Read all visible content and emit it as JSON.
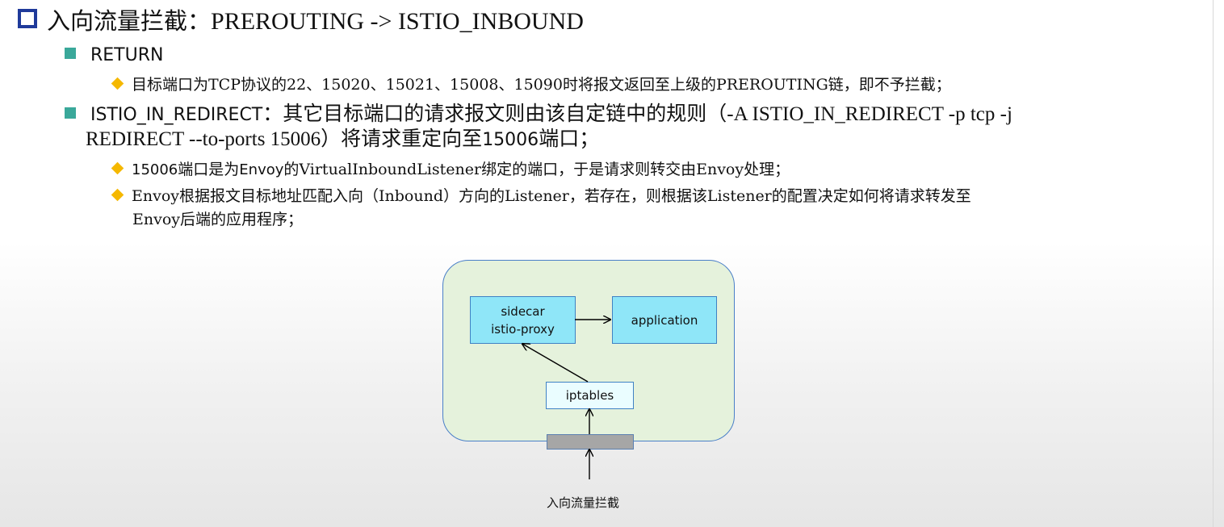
{
  "title": {
    "cjk": "入向流量拦截",
    "colon": "：",
    "latin": "PREROUTING -> ISTIO_INBOUND"
  },
  "bullets": {
    "return": {
      "label": "RETURN",
      "sub": "目标端口为TCP协议的22、15020、15021、15008、15090时将报文返回至上级的PREROUTING链，即不予拦截；"
    },
    "redirect": {
      "label": "ISTIO_IN_REDIRECT",
      "line1_rest": "：其它目标端口的请求报文则由该自定链中的规则（-A ISTIO_IN_REDIRECT -p tcp -j",
      "line2_a": "REDIRECT --to-ports 15006）将请求重定向至",
      "line2_port": "15006",
      "line2_b": "端口；",
      "sub1": {
        "port": "15006",
        "a": "端口是为",
        "envoy": "Envoy",
        "b": "的VirtualInboundListener绑定的端口，于是请求则转交由Envoy处理；"
      },
      "sub2": {
        "line1": "Envoy根据报文目标地址匹配入向（Inbound）方向的Listener，若存在，则根据该Listener的配置决定如何将请求转发至",
        "line2": "Envoy后端的应用程序；"
      }
    }
  },
  "diagram": {
    "sidecar_line1": "sidecar",
    "sidecar_line2": "istio-proxy",
    "application": "application",
    "iptables": "iptables",
    "caption": "入向流量拦截",
    "colors": {
      "pod_fill": "#e5f2dc",
      "pod_border": "#4a7fc8",
      "box_fill": "#8fe6f8",
      "iptables_fill": "#eafdff",
      "port_bar": "#a6a6a6"
    }
  },
  "icons": {
    "title_bullet": "hollow-square-icon",
    "level1_bullet": "teal-square-icon",
    "level2_bullet": "orange-diamond-icon"
  }
}
